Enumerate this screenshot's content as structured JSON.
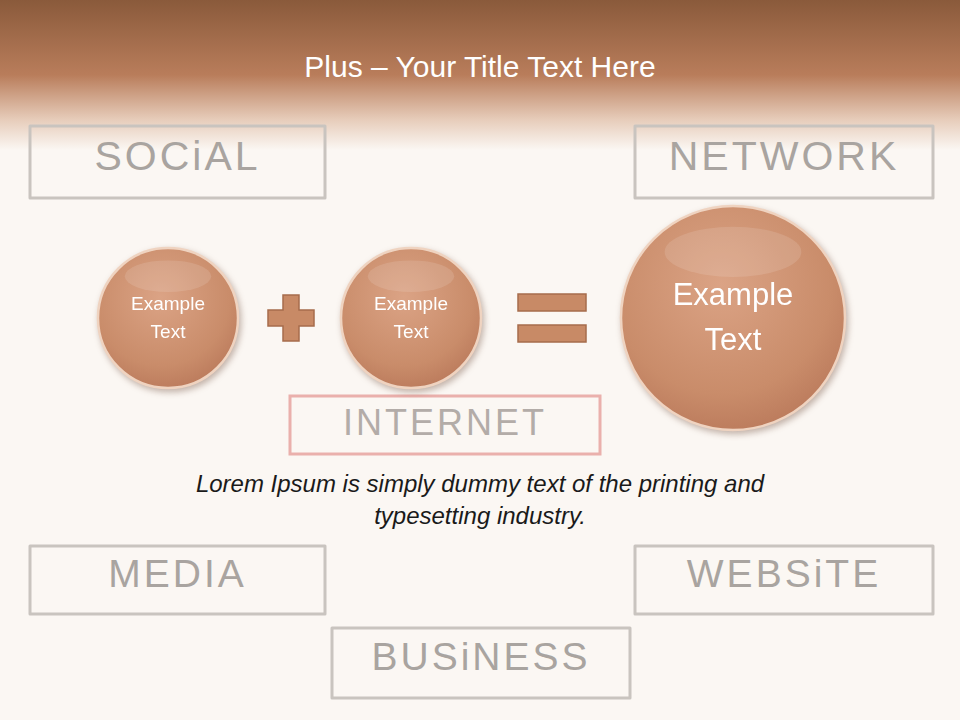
{
  "diagram": {
    "title": "Plus – Your Title Text Here",
    "nodes": [
      {
        "text": [
          "Example Text"
        ]
      },
      {
        "text": [
          "Example Text"
        ]
      },
      {
        "text": [
          "Example Text"
        ]
      }
    ],
    "labels": [
      "SOCiAL",
      "NETWORK",
      "INTERNET",
      "Lorem Ipsum is simply dummy text of the printing and typesetting industry.",
      "MEDIA",
      "WEBSiTE",
      "BUSiNESS"
    ]
  }
}
